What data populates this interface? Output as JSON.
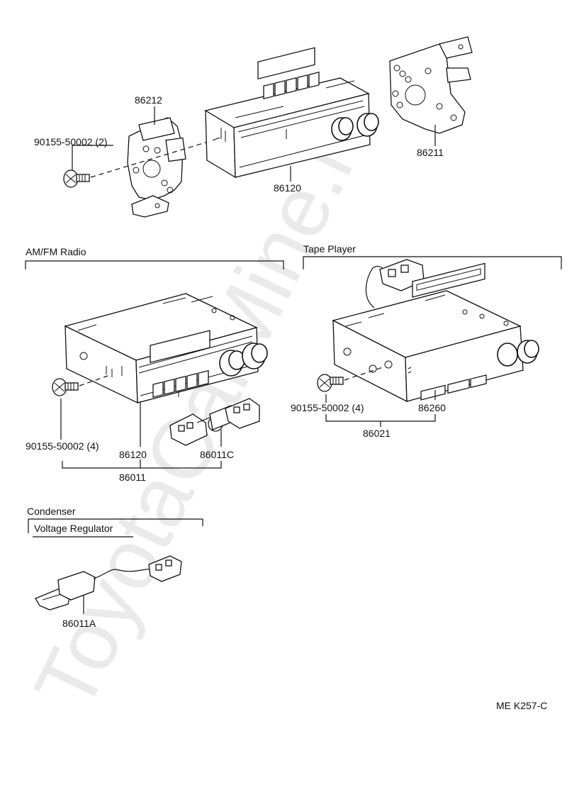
{
  "watermark": "ToyotaCarMine.ru",
  "ref_code": "ME K257-C",
  "parts": {
    "bracket_right": "86212",
    "bracket_left": "86211",
    "screw_top": "90155-50002 (2)",
    "radio_top": "86120",
    "radio_am_fm": "86120",
    "screw_am_fm": "90155-50002 (4)",
    "connector": "86011C",
    "assembly_am_fm": "86011",
    "screw_tape": "90155-50002 (4)",
    "tape_player": "86260",
    "assembly_tape": "86021",
    "regulator": "86011A"
  },
  "sections": {
    "am_fm": "AM/FM Radio",
    "tape": "Tape Player",
    "condenser": "Condenser",
    "voltage_regulator": "Voltage Regulator"
  }
}
